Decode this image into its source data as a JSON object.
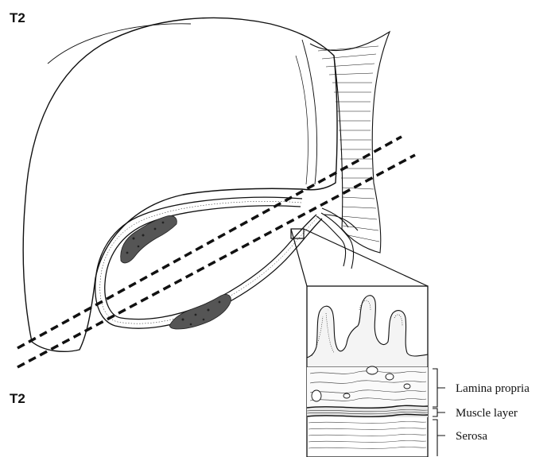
{
  "stage_labels": {
    "top": "T2",
    "bottom": "T2"
  },
  "layer_labels": {
    "lamina_propria": "Lamina propria",
    "muscle_layer": "Muscle layer",
    "serosa": "Serosa"
  }
}
